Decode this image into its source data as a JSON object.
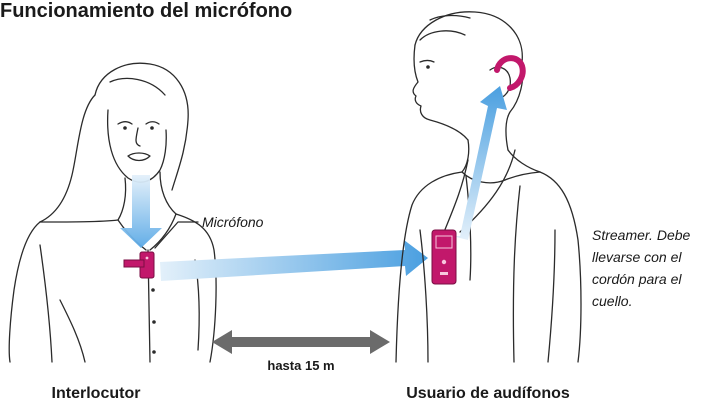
{
  "title": "Funcionamiento del micrófono",
  "labels": {
    "microphone": "Micrófono",
    "streamer_line1": "Streamer. Debe",
    "streamer_line2": "llevarse con el",
    "streamer_line3": "cordón para el",
    "streamer_line4": "cuello.",
    "distance": "hasta 15 m",
    "left_person": "Interlocutor",
    "right_person": "Usuario de audífonos"
  },
  "colors": {
    "device_magenta": "#c2186b",
    "arrow_blue": "#5aa9e6",
    "arrow_light": "#cfe6f7",
    "double_arrow": "#6b6b6b",
    "line_art": "#2b2b2b"
  },
  "icons": {
    "microphone_device": "clip-microphone-icon",
    "streamer_device": "streamer-icon",
    "hearing_aid": "hearing-aid-icon",
    "distance_arrow": "double-arrow-icon"
  }
}
